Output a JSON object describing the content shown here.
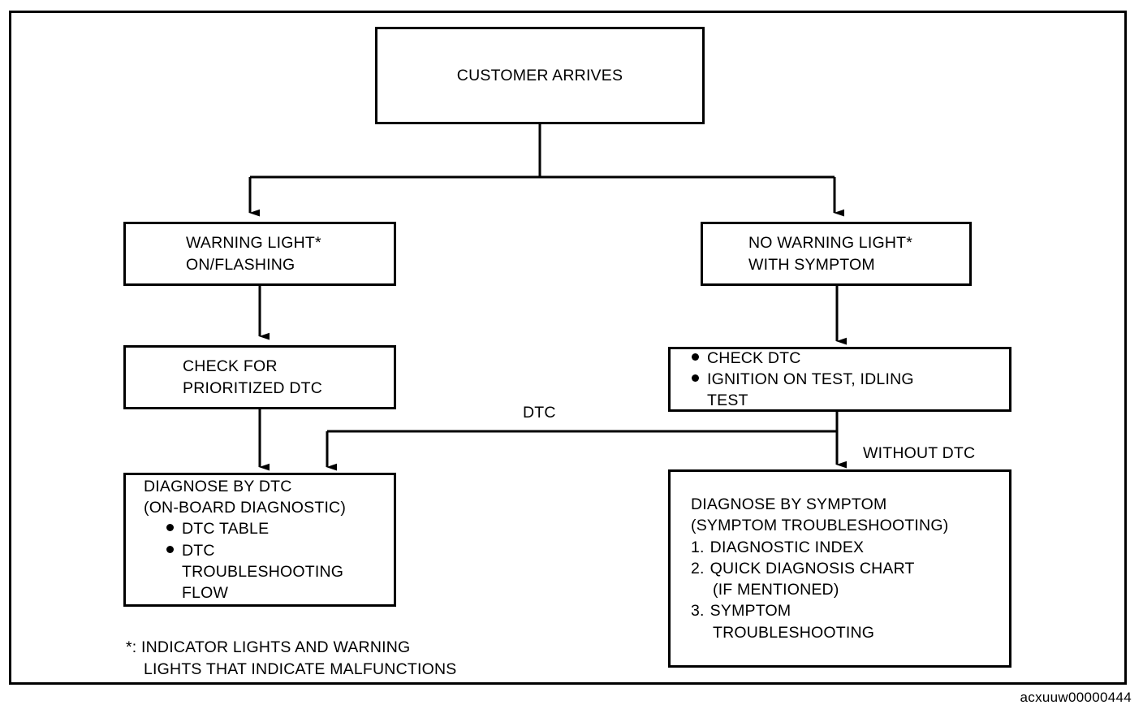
{
  "figure": {
    "id": "acxuuw00000444",
    "title": "Diagnostic Procedure Flow"
  },
  "nodes": {
    "customer_arrives": {
      "label": "CUSTOMER ARRIVES"
    },
    "warning_light": {
      "line1": "WARNING LIGHT*",
      "line2": "ON/FLASHING"
    },
    "no_warning_light": {
      "line1": "NO WARNING LIGHT*",
      "line2": "WITH SYMPTOM"
    },
    "check_prioritized_dtc": {
      "line1": "CHECK FOR",
      "line2": "PRIORITIZED DTC"
    },
    "check_dtc": {
      "bullet1": "CHECK DTC",
      "bullet2": "IGNITION ON TEST, IDLING",
      "bullet2_cont": "TEST"
    },
    "diagnose_by_dtc": {
      "line1": "DIAGNOSE BY DTC",
      "line2": "(ON-BOARD DIAGNOSTIC)",
      "bullet1": "DTC TABLE",
      "bullet2": "DTC",
      "bullet2_cont1": "TROUBLESHOOTING",
      "bullet2_cont2": "FLOW"
    },
    "diagnose_by_symptom": {
      "line1": "DIAGNOSE BY SYMPTOM",
      "line2": "(SYMPTOM TROUBLESHOOTING)",
      "item1_num": "1.",
      "item1_text": "DIAGNOSTIC INDEX",
      "item2_num": "2.",
      "item2_text": "QUICK DIAGNOSIS CHART",
      "item2_cont": "(IF MENTIONED)",
      "item3_num": "3.",
      "item3_text": "SYMPTOM",
      "item3_cont": "TROUBLESHOOTING"
    }
  },
  "edges": {
    "dtc_label": "DTC",
    "without_dtc_label": "WITHOUT DTC"
  },
  "footnote": {
    "line1": "*: INDICATOR LIGHTS AND WARNING",
    "line2": "LIGHTS THAT INDICATE MALFUNCTIONS"
  },
  "colors": {
    "ink": "#000000",
    "paper": "#ffffff"
  }
}
